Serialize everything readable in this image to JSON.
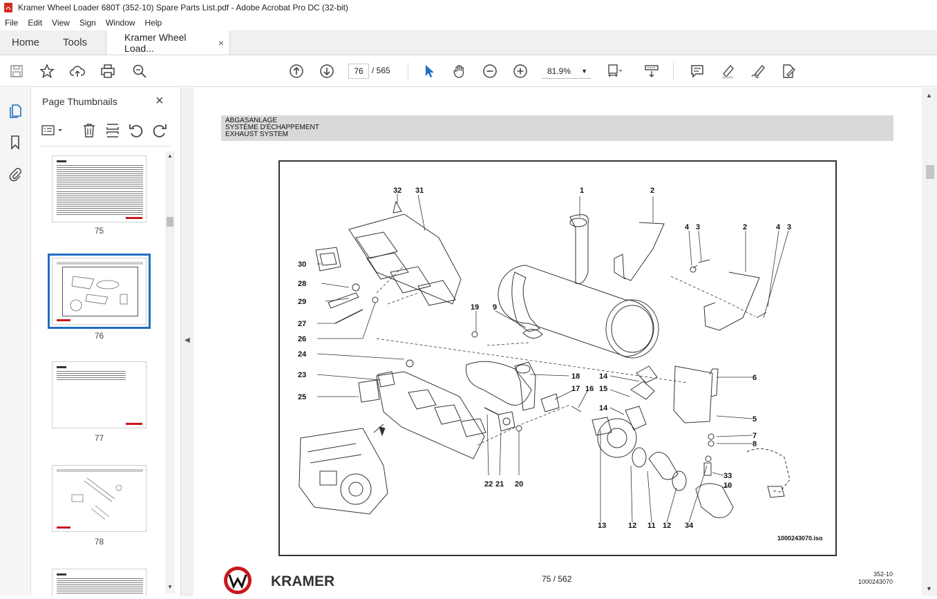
{
  "window": {
    "title": "Kramer Wheel Loader 680T (352-10) Spare Parts List.pdf - Adobe Acrobat Pro DC (32-bit)"
  },
  "menu": [
    "File",
    "Edit",
    "View",
    "Sign",
    "Window",
    "Help"
  ],
  "tabs": {
    "home": "Home",
    "tools": "Tools",
    "document": "Kramer Wheel Load...",
    "close": "×"
  },
  "toolbar": {
    "current_page": "76",
    "total_pages": "/ 565",
    "zoom": "81.9%"
  },
  "thumbnails_panel": {
    "title": "Page Thumbnails",
    "close": "×",
    "pages": [
      {
        "label": "75",
        "selected": false
      },
      {
        "label": "76",
        "selected": true
      },
      {
        "label": "77",
        "selected": false
      },
      {
        "label": "78",
        "selected": false
      }
    ]
  },
  "document": {
    "heading_lines": [
      "ABGASANLAGE",
      "SYSTÈME D'ÉCHAPPEMENT",
      "EXHAUST SYSTEM"
    ],
    "drawing_code": "1000243070.iso",
    "callouts": [
      "1",
      "2",
      "2",
      "3",
      "3",
      "4",
      "4",
      "5",
      "6",
      "7",
      "8",
      "9",
      "10",
      "11",
      "12",
      "12",
      "13",
      "14",
      "14",
      "15",
      "16",
      "17",
      "18",
      "19",
      "20",
      "21",
      "22",
      "23",
      "24",
      "25",
      "26",
      "27",
      "28",
      "29",
      "30",
      "31",
      "32",
      "33",
      "34"
    ],
    "footer_brand": "KRAMER",
    "footer_page": "75 / 562",
    "footer_doc_lines": [
      "352-10",
      "1000243070"
    ]
  },
  "colors": {
    "accent": "#1f6fc4",
    "logo_red": "#c8161d",
    "band": "#d9d9d9"
  }
}
